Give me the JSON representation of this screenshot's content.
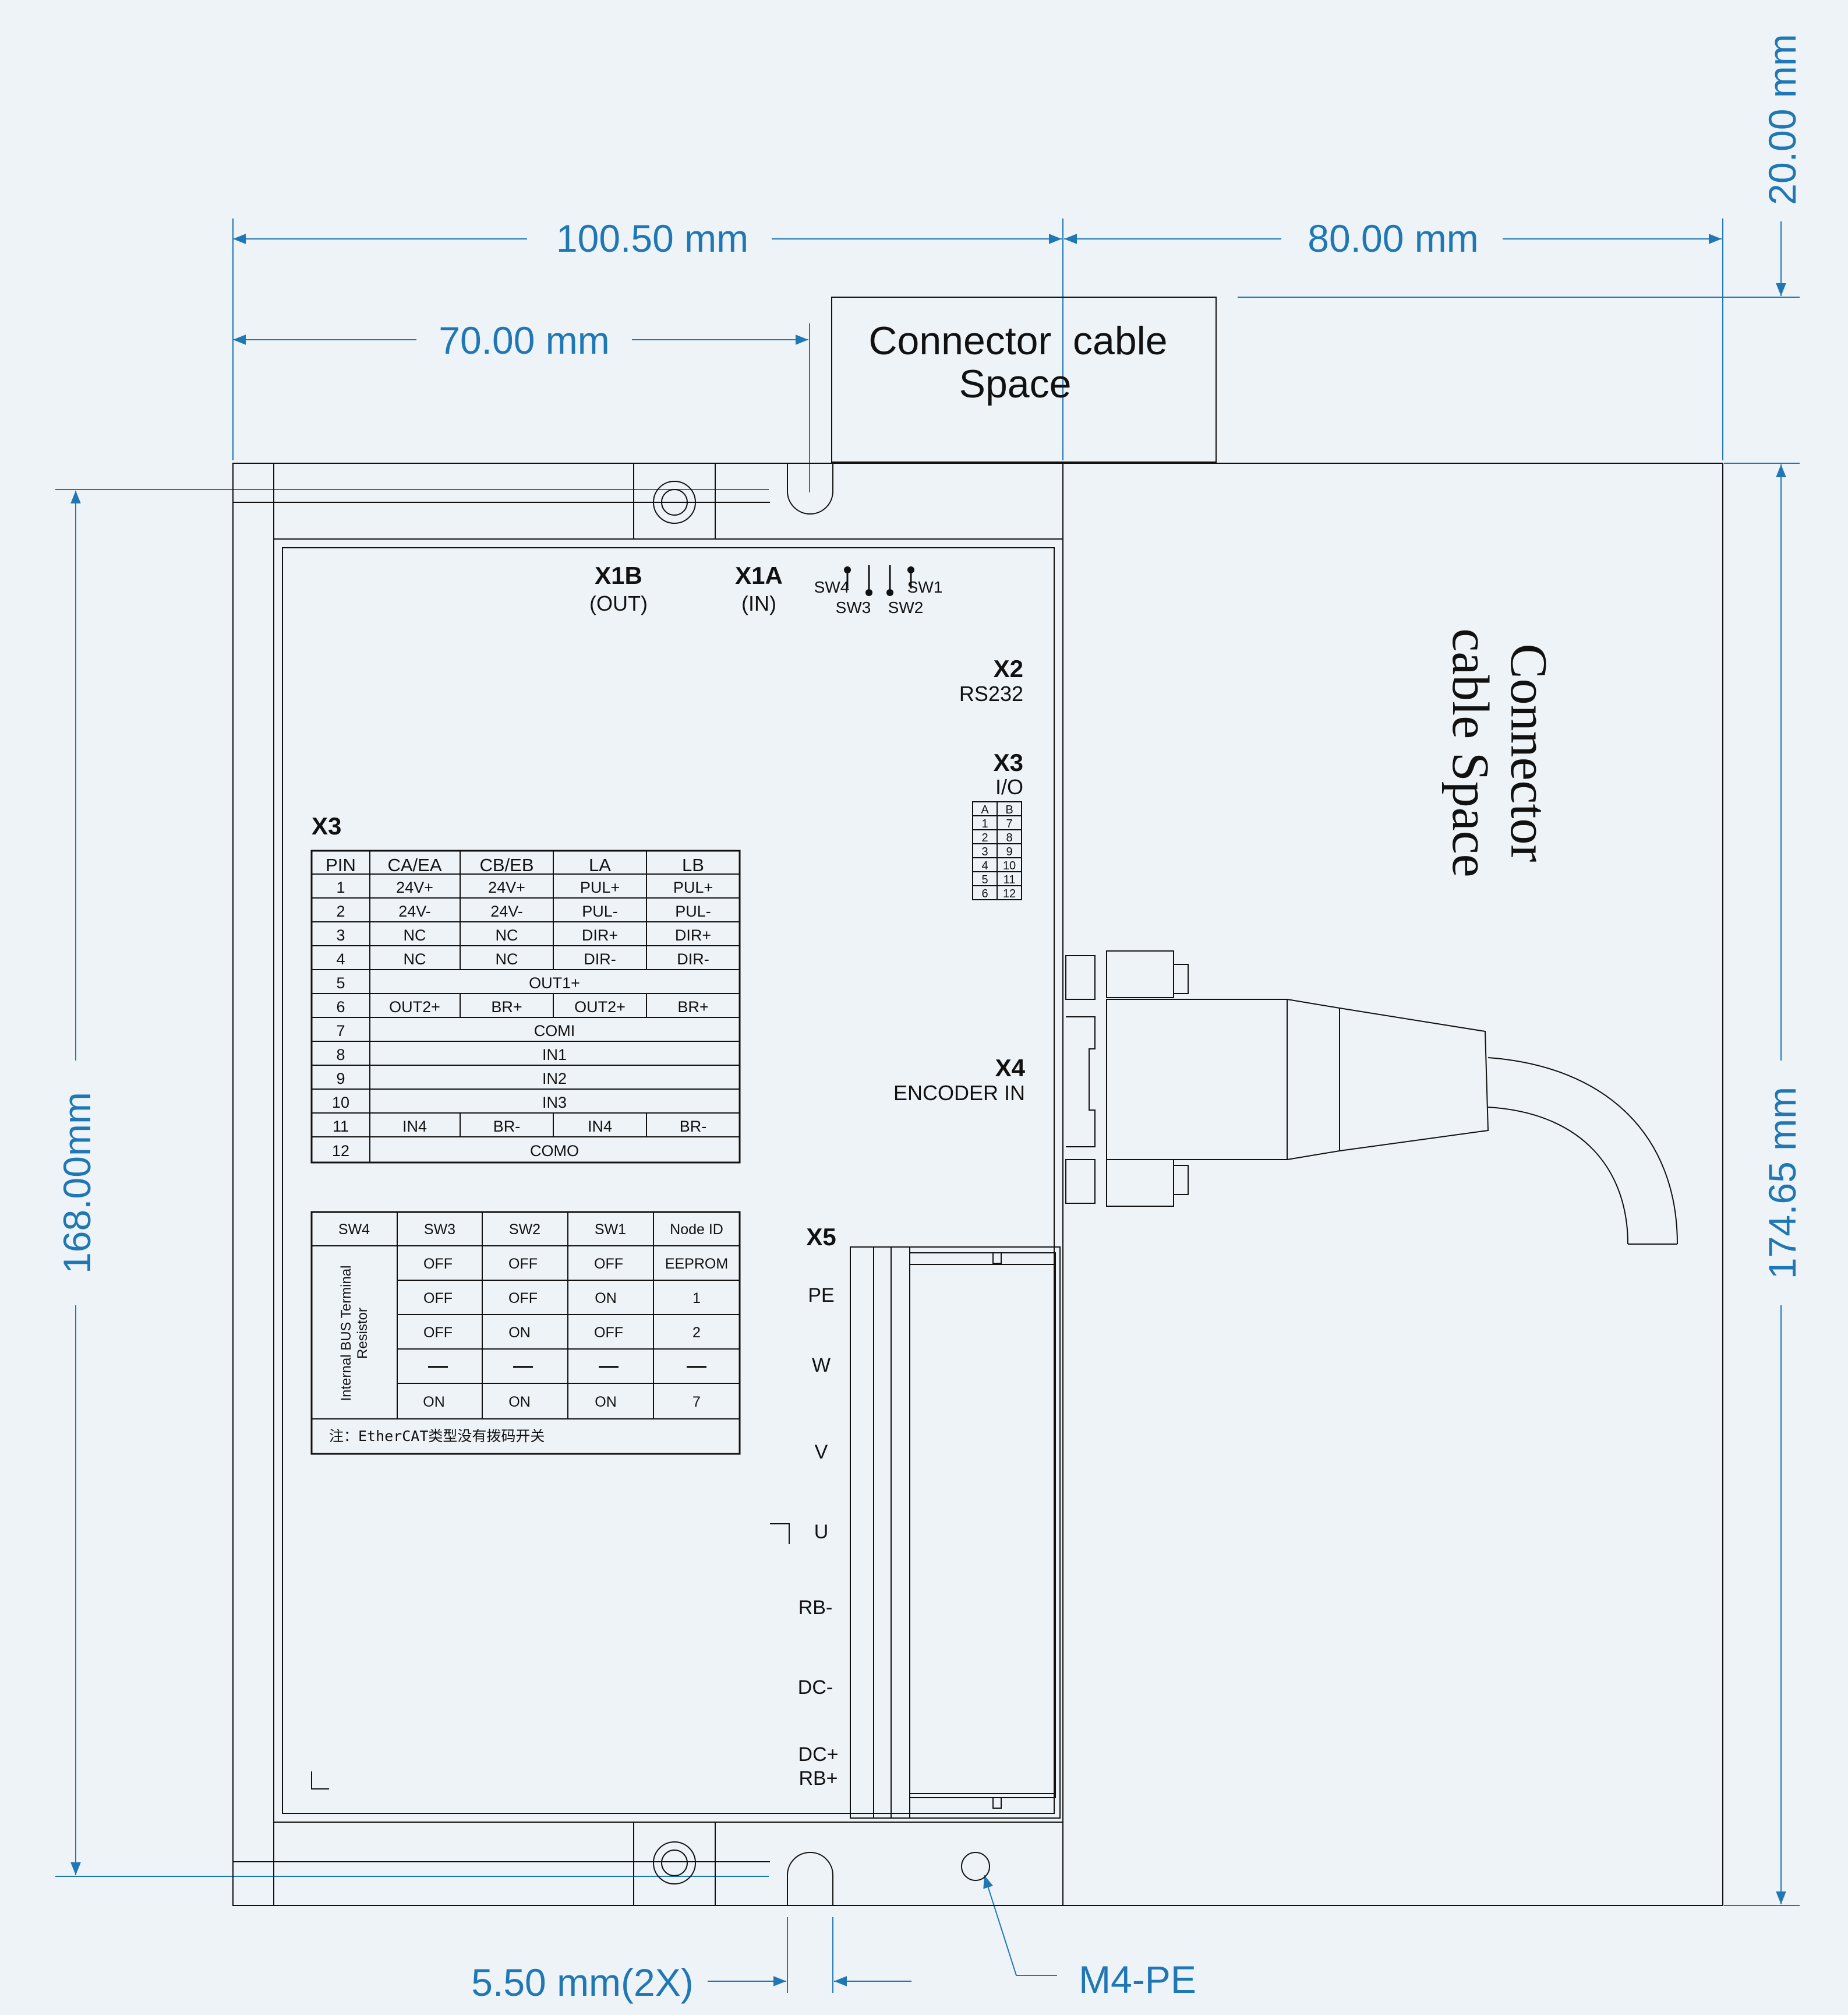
{
  "dimensions": {
    "width_100_50": "100.50 mm",
    "width_80": "80.00 mm",
    "height_20": "20.00 mm",
    "width_70": "70.00 mm",
    "height_168": "168.00mm",
    "height_174_65": "174.65 mm",
    "slot_5_50": "5.50 mm(2X)",
    "m4_pe": "M4-PE"
  },
  "spaces": {
    "top_line1": "Connector",
    "top_line2": "cable",
    "top_line3": "Space",
    "side_line1": "Connector",
    "side_line2": "cable  Space"
  },
  "connectors": {
    "x1b": "X1B",
    "x1b_sub": "(OUT)",
    "x1a": "X1A",
    "x1a_sub": "(IN)",
    "sw4": "SW4",
    "sw3": "SW3",
    "sw2": "SW2",
    "sw1": "SW1",
    "x2": "X2",
    "x2_sub": "RS232",
    "x3": "X3",
    "x3_sub": "I/O",
    "x4": "X4",
    "x4_sub": "ENCODER IN",
    "x5": "X5",
    "x5_pins": [
      "PE",
      "W",
      "V",
      "U",
      "RB-",
      "DC-",
      "DC+",
      "RB+"
    ]
  },
  "x3_small_table": {
    "header": [
      "A",
      "B"
    ],
    "rows": [
      [
        "1",
        "7"
      ],
      [
        "2",
        "8"
      ],
      [
        "3",
        "9"
      ],
      [
        "4",
        "10"
      ],
      [
        "5",
        "11"
      ],
      [
        "6",
        "12"
      ]
    ]
  },
  "pin_table": {
    "title": "X3",
    "headers": [
      "PIN",
      "CA/EA",
      "CB/EB",
      "LA",
      "LB"
    ],
    "rows": [
      {
        "pin": "1",
        "cells": [
          "24V+",
          "24V+",
          "PUL+",
          "PUL+"
        ]
      },
      {
        "pin": "2",
        "cells": [
          "24V-",
          "24V-",
          "PUL-",
          "PUL-"
        ]
      },
      {
        "pin": "3",
        "cells": [
          "NC",
          "NC",
          "DIR+",
          "DIR+"
        ]
      },
      {
        "pin": "4",
        "cells": [
          "NC",
          "NC",
          "DIR-",
          "DIR-"
        ]
      },
      {
        "pin": "5",
        "merged": "OUT1+"
      },
      {
        "pin": "6",
        "cells": [
          "OUT2+",
          "BR+",
          "OUT2+",
          "BR+"
        ]
      },
      {
        "pin": "7",
        "merged": "COMI"
      },
      {
        "pin": "8",
        "merged": "IN1"
      },
      {
        "pin": "9",
        "merged": "IN2"
      },
      {
        "pin": "10",
        "merged": "IN3"
      },
      {
        "pin": "11",
        "cells": [
          "IN4",
          "BR-",
          "IN4",
          "BR-"
        ]
      },
      {
        "pin": "12",
        "merged": "COMO"
      }
    ]
  },
  "switch_table": {
    "headers": [
      "SW4",
      "SW3",
      "SW2",
      "SW1",
      "Node ID"
    ],
    "side_label_line1": "Internal BUS Terminal",
    "side_label_line2": "Resistor",
    "rows": [
      [
        "OFF",
        "OFF",
        "OFF",
        "EEPROM"
      ],
      [
        "OFF",
        "OFF",
        "ON",
        "1"
      ],
      [
        "OFF",
        "ON",
        "OFF",
        "2"
      ],
      [
        "—",
        "—",
        "—",
        "—"
      ],
      [
        "ON",
        "ON",
        "ON",
        "7"
      ]
    ],
    "note": "注：EtherCAT类型没有拨码开关"
  },
  "colors": {
    "dimension": "#1f77b4",
    "ink": "#111111",
    "background": "#eef3f7"
  }
}
